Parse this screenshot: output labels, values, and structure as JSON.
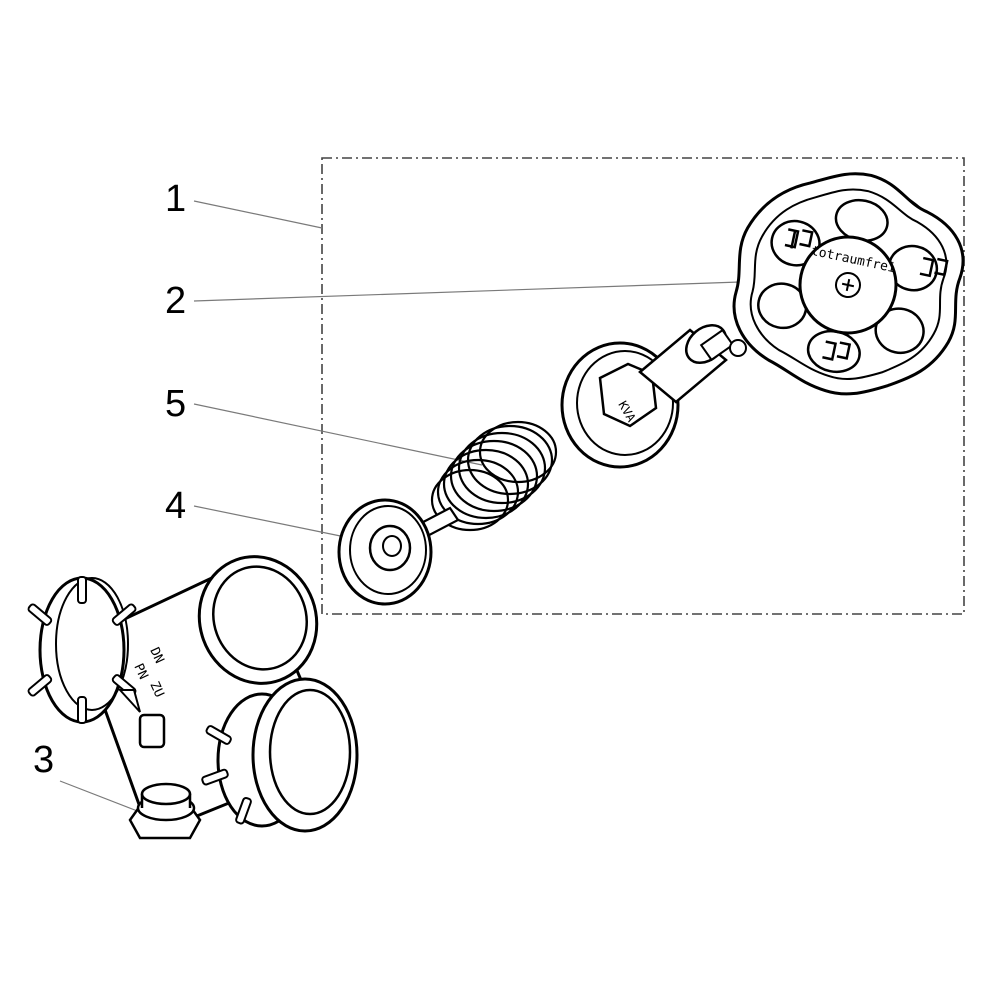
{
  "callouts": [
    {
      "id": "1",
      "label": "1",
      "part": "cartridge-assembly-group"
    },
    {
      "id": "2",
      "label": "2",
      "part": "handwheel"
    },
    {
      "id": "3",
      "label": "3",
      "part": "drain-plug"
    },
    {
      "id": "4",
      "label": "4",
      "part": "valve-disc"
    },
    {
      "id": "5",
      "label": "5",
      "part": "spring"
    }
  ],
  "handwheel": {
    "cap_text": "totraumfrei",
    "logo_text": "SC"
  },
  "cartridge": {
    "mark": "KVA"
  },
  "body": {
    "marks": [
      "DN",
      "PN",
      "ZU"
    ]
  },
  "colors": {
    "line": "#000000",
    "leader": "#7a7a7a",
    "background": "#ffffff"
  }
}
